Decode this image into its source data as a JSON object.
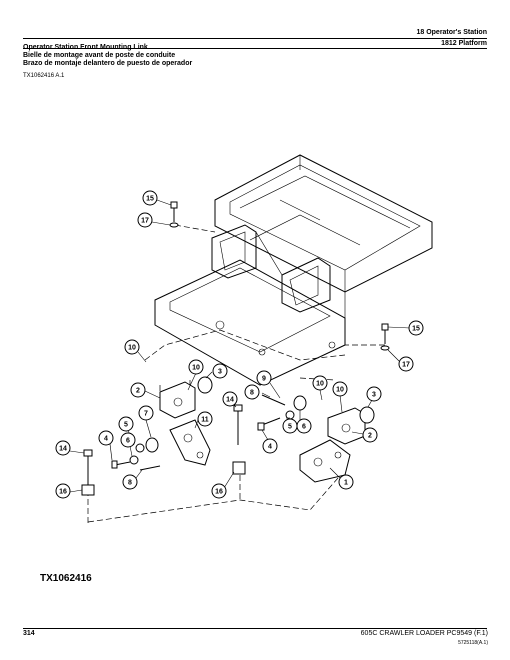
{
  "header": {
    "section": "18 Operator's Station",
    "subsection": "1812 Platform"
  },
  "titles": {
    "en": "Operator Station Front Mounting Link",
    "fr": "Bielle de montage avant de poste de conduite",
    "es": "Brazo de montaje delantero de puesto de operador"
  },
  "ref_code": "TX1062416 A.1",
  "figure_label": "TX1062416",
  "callouts": [
    "15",
    "17",
    "15",
    "17",
    "10",
    "10",
    "9",
    "10",
    "10",
    "3",
    "3",
    "2",
    "2",
    "7",
    "11",
    "14",
    "5",
    "6",
    "4",
    "8",
    "14",
    "5",
    "6",
    "4",
    "1",
    "8",
    "16",
    "16"
  ],
  "footer": {
    "page": "314",
    "model": "605C CRAWLER LOADER   PC9549   (F.1)",
    "doc_id": "5725118(A.1)"
  }
}
